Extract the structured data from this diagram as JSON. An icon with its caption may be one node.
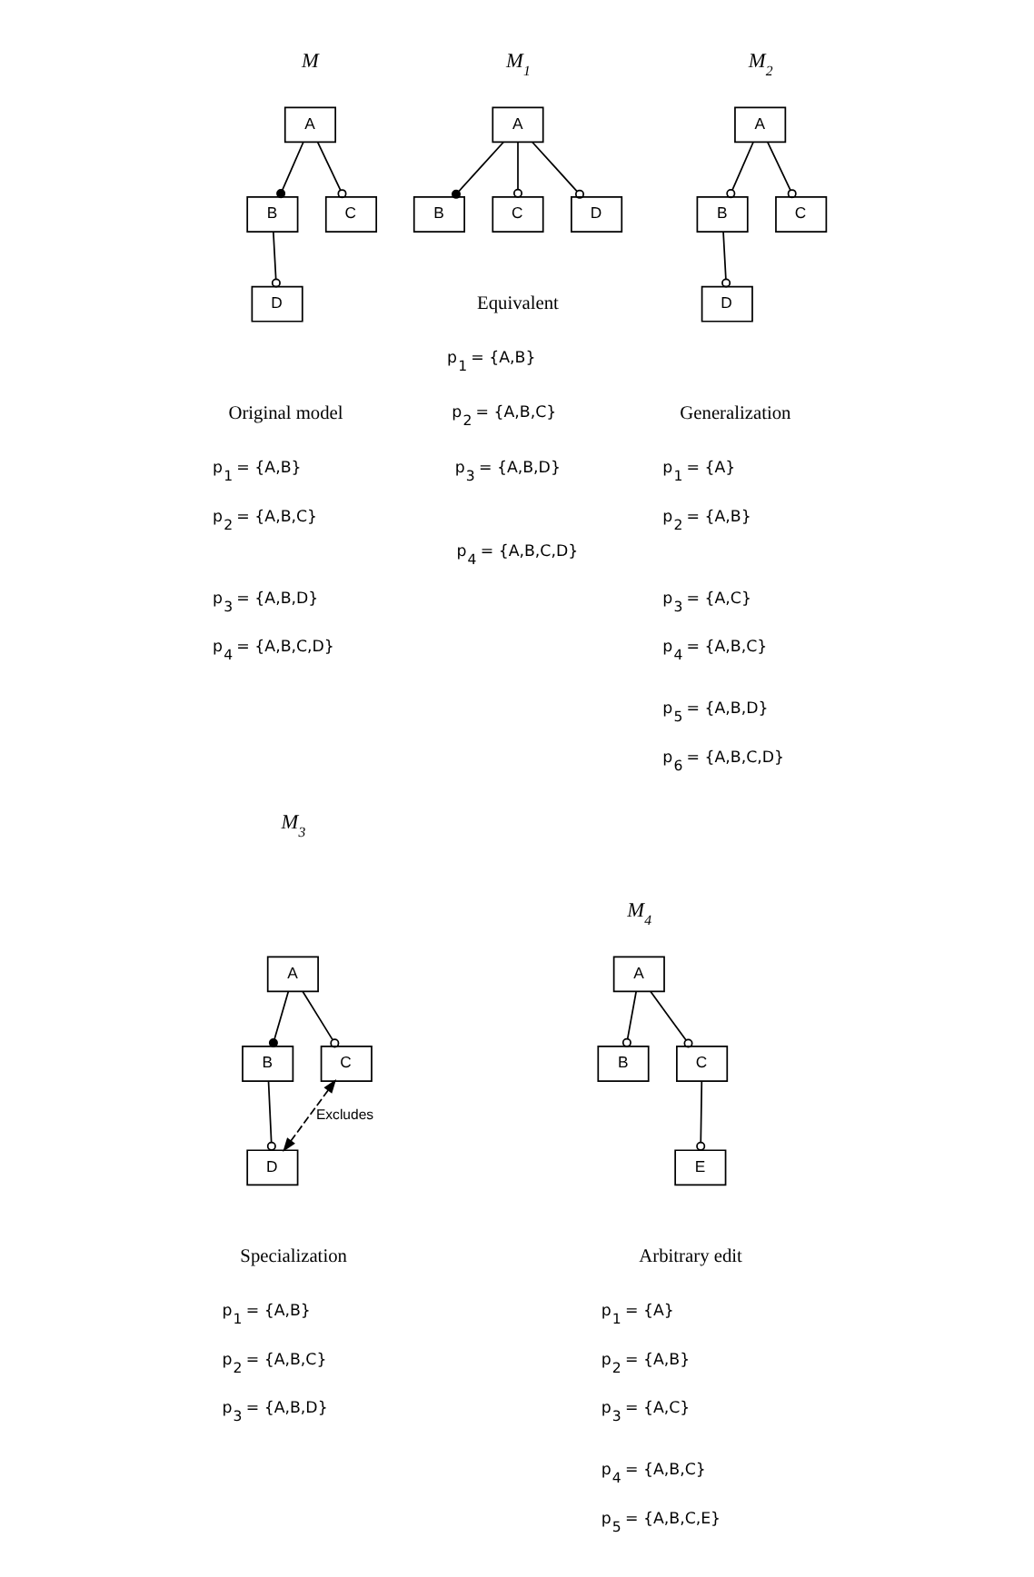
{
  "diagram": {
    "nodes": [
      {
        "text": [
          "A"
        ]
      },
      {
        "text": [
          "B"
        ]
      },
      {
        "text": [
          "C"
        ]
      },
      {
        "text": [
          "D"
        ]
      },
      {
        "text": [
          "A"
        ]
      },
      {
        "text": [
          "B"
        ]
      },
      {
        "text": [
          "C"
        ]
      },
      {
        "text": [
          "D"
        ]
      },
      {
        "text": [
          "A"
        ]
      },
      {
        "text": [
          "B"
        ]
      },
      {
        "text": [
          "C"
        ]
      },
      {
        "text": [
          "D"
        ]
      },
      {
        "text": [
          "A"
        ]
      },
      {
        "text": [
          "B"
        ]
      },
      {
        "text": [
          "C"
        ]
      },
      {
        "text": [
          "D"
        ]
      },
      {
        "text": [
          "A"
        ]
      },
      {
        "text": [
          "B"
        ]
      },
      {
        "text": [
          "C"
        ]
      },
      {
        "text": [
          "E"
        ]
      }
    ],
    "edges": [
      {
        "from": 0,
        "to": 1,
        "arrow": "other"
      },
      {
        "from": 0,
        "to": 2,
        "arrow": "other"
      },
      {
        "from": 1,
        "to": 3,
        "arrow": "other"
      },
      {
        "from": 4,
        "to": 5,
        "arrow": "other"
      },
      {
        "from": 4,
        "to": 6,
        "arrow": "other"
      },
      {
        "from": 4,
        "to": 7,
        "arrow": "other"
      },
      {
        "from": 8,
        "to": 9,
        "arrow": "other"
      },
      {
        "from": 8,
        "to": 10,
        "arrow": "other"
      },
      {
        "from": 9,
        "to": 11,
        "arrow": "other"
      },
      {
        "from": 12,
        "to": 13,
        "arrow": "other"
      },
      {
        "from": 12,
        "to": 14,
        "arrow": "other"
      },
      {
        "from": 13,
        "to": 15,
        "arrow": "other"
      },
      {
        "from": 15,
        "to": 14,
        "arrow": "both",
        "style": "dashed",
        "label": "Excludes"
      },
      {
        "from": 16,
        "to": 17,
        "arrow": "other"
      },
      {
        "from": 16,
        "to": 18,
        "arrow": "other"
      },
      {
        "from": 18,
        "to": 19,
        "arrow": "other"
      }
    ],
    "labels": [
      "M",
      "M$_{1}$",
      "M$_{2}$",
      "Original model",
      "Equivalent",
      "Generalization",
      "p$_{1}$ = {A,B}",
      "p$_{2}$ = {A,B,C}",
      "p$_{3}$ = {A,B,D}",
      "p$_{4}$ = {A,B,C,D}",
      "p$_{1}$ = {A,B}",
      "p$_{2}$ = {A,B,C}",
      "p$_{3}$ = {A,B,D}",
      "p$_{4}$ = {A,B,C,D}",
      "p$_{1}$ = {A}",
      "p$_{2}$ = {A,B}",
      "p$_{3}$ = {A,C}",
      "p$_{4}$ = {A,B,C}",
      "p$_{5}$ = {A,B,D}",
      "p$_{6}$ = {A,B,C,D}",
      "M$_{3}$",
      "M$_{4}$",
      "Specialization",
      "Arbitrary edit",
      "p$_{1}$ = {A,B}",
      "p$_{2}$ = {A,B,C}",
      "p$_{3}$ = {A,B,D}",
      "p$_{1}$ = {A}",
      "p$_{2}$ = {A,B}",
      "p$_{3}$ = {A,C}",
      "p$_{4}$ = {A,B,C}",
      "p$_{5}$ = {A,B,C,E}"
    ]
  }
}
